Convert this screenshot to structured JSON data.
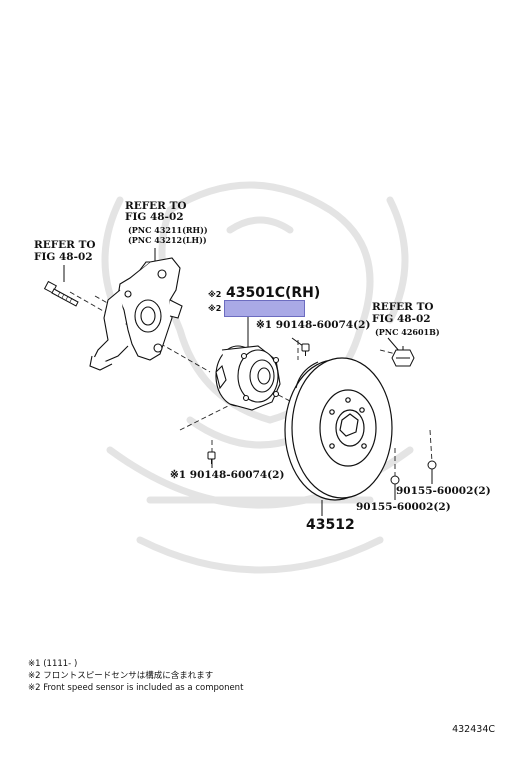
{
  "callouts": {
    "knuckle_ref": {
      "line1": "REFER TO",
      "line2": "FIG 48-02",
      "pnc_rh": "(PNC 43211(RH))",
      "pnc_lh": "(PNC 43212(LH))"
    },
    "bolt_ref": {
      "line1": "REFER TO",
      "line2": "FIG 48-02"
    },
    "nut_ref": {
      "line1": "REFER TO",
      "line2": "FIG 48-02",
      "pnc": "(PNC 42601B)"
    },
    "hub_prefix_1": "※2",
    "hub_part": "43501C(RH)",
    "hub_prefix_2": "※2",
    "bolt_upper": "※1 90148-60074(2)",
    "bolt_lower": "※1 90148-60074(2)",
    "screw_1": "90155-60002(2)",
    "screw_2": "90155-60002(2)",
    "disc": "43512"
  },
  "notes": [
    "※1 (1111-      )",
    "※2 フロントスピードセンサは構成に含まれます",
    "※2 Front speed sensor is included as a component"
  ],
  "illustration_code": "432434C"
}
